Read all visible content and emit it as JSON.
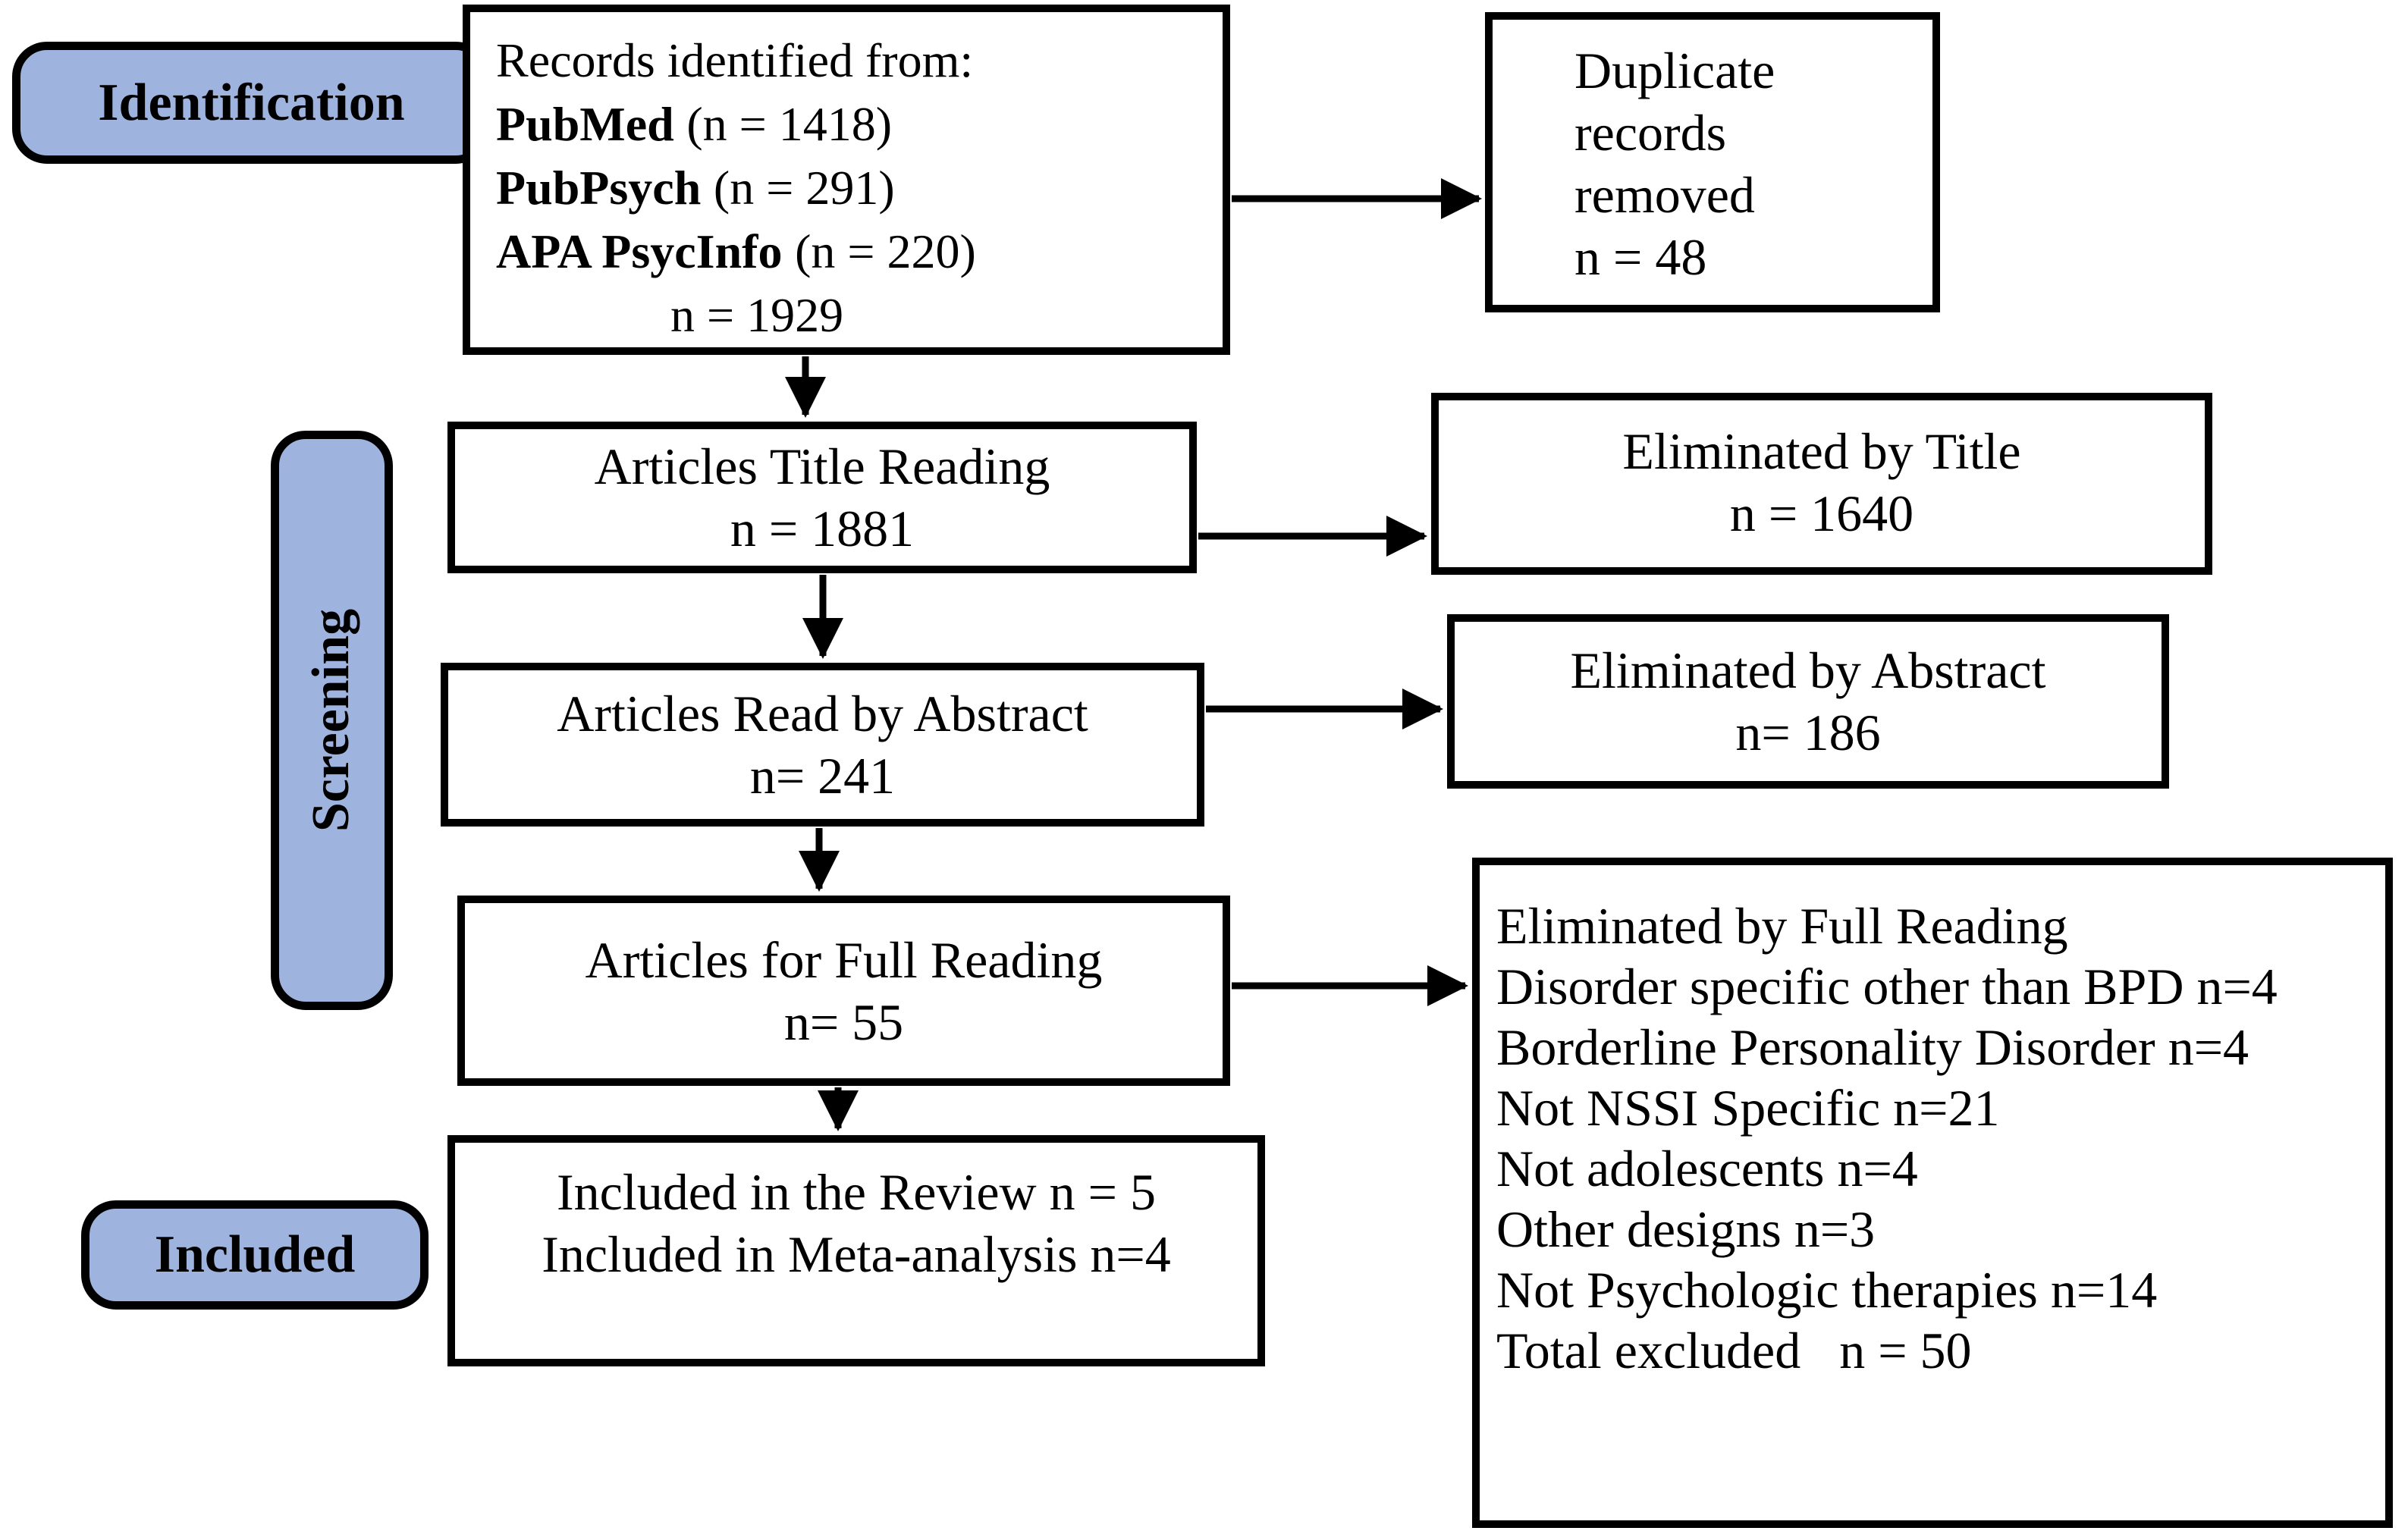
{
  "palette": {
    "pill_fill": "#9EB3DD",
    "line_color": "#000000",
    "box_fill": "#FFFFFF"
  },
  "stages": {
    "identification": {
      "label": "Identification"
    },
    "screening": {
      "label": "Screening"
    },
    "included": {
      "label": "Included"
    }
  },
  "boxes": {
    "records": {
      "intro": "Records identified from:",
      "sources": [
        {
          "name": "PubMed",
          "count": "(n = 1418)"
        },
        {
          "name": "PubPsych",
          "count": "(n = 291)"
        },
        {
          "name": "APA PsycInfo",
          "count": "(n = 220)"
        }
      ],
      "total": "n = 1929"
    },
    "duplicates": {
      "lines": [
        "Duplicate",
        "records",
        "removed",
        "n = 48"
      ]
    },
    "title_reading": {
      "line1": "Articles Title Reading",
      "line2": "n = 1881"
    },
    "eliminated_title": {
      "line1": "Eliminated by Title",
      "line2": "n = 1640"
    },
    "abstract_reading": {
      "line1": "Articles Read by Abstract",
      "line2": "n= 241"
    },
    "eliminated_abstract": {
      "line1": "Eliminated by Abstract",
      "line2": "n= 186"
    },
    "full_reading": {
      "line1": "Articles for Full Reading",
      "line2": "n= 55"
    },
    "eliminated_full": {
      "lines": [
        "Eliminated by Full Reading",
        "Disorder specific other than BPD n=4",
        "Borderline Personality Disorder n=4",
        "Not NSSI Specific n=21",
        "Not adolescents n=4",
        "Other designs n=3",
        "Not Psychologic therapies n=14",
        "Total excluded   n = 50"
      ]
    },
    "included_review": {
      "line1": "Included in the Review n = 5",
      "line2": "Included in Meta-analysis n=4"
    }
  }
}
